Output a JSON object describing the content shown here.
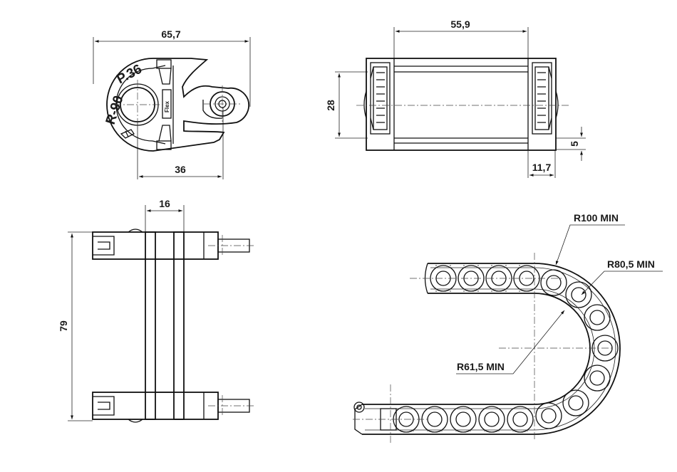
{
  "drawing": {
    "side_view": {
      "width_dim": "65,7",
      "pitch_dim": "36",
      "stamp_radius": "R-90",
      "stamp_pitch": "P.36",
      "stamp_brand": "Flex"
    },
    "front_view": {
      "width_dim": "55,9",
      "height_dim": "28",
      "wall_dim": "5",
      "side_dim": "11,7"
    },
    "top_view": {
      "inner_width_dim": "16",
      "length_dim": "79"
    },
    "bend_view": {
      "radius_outer": "R100 MIN",
      "radius_mid": "R80,5 MIN",
      "radius_inner": "R61,5 MIN"
    }
  }
}
